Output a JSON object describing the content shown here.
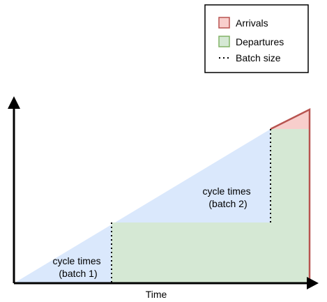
{
  "legend": {
    "items": [
      {
        "key": "arrivals",
        "label": "Arrivals",
        "swatch": "fill",
        "fill": "#F8CECC",
        "stroke": "#B85450"
      },
      {
        "key": "departures",
        "label": "Departures",
        "swatch": "fill",
        "fill": "#D5E8D4",
        "stroke": "#82B366"
      },
      {
        "key": "batch",
        "label": "Batch size",
        "swatch": "dotted"
      }
    ]
  },
  "annotations": {
    "batch1": [
      "cycle times",
      "(batch 1)"
    ],
    "batch2": [
      "cycle times",
      "(batch 2)"
    ]
  },
  "axes": {
    "x_label": "Time",
    "y_label": ""
  },
  "colors": {
    "cycle_time_area": "#DAE8FC",
    "departures": "#D5E8D4",
    "arrivals_fill": "#F8CECC",
    "arrivals_stroke": "#B85450",
    "axis": "#000000"
  }
}
